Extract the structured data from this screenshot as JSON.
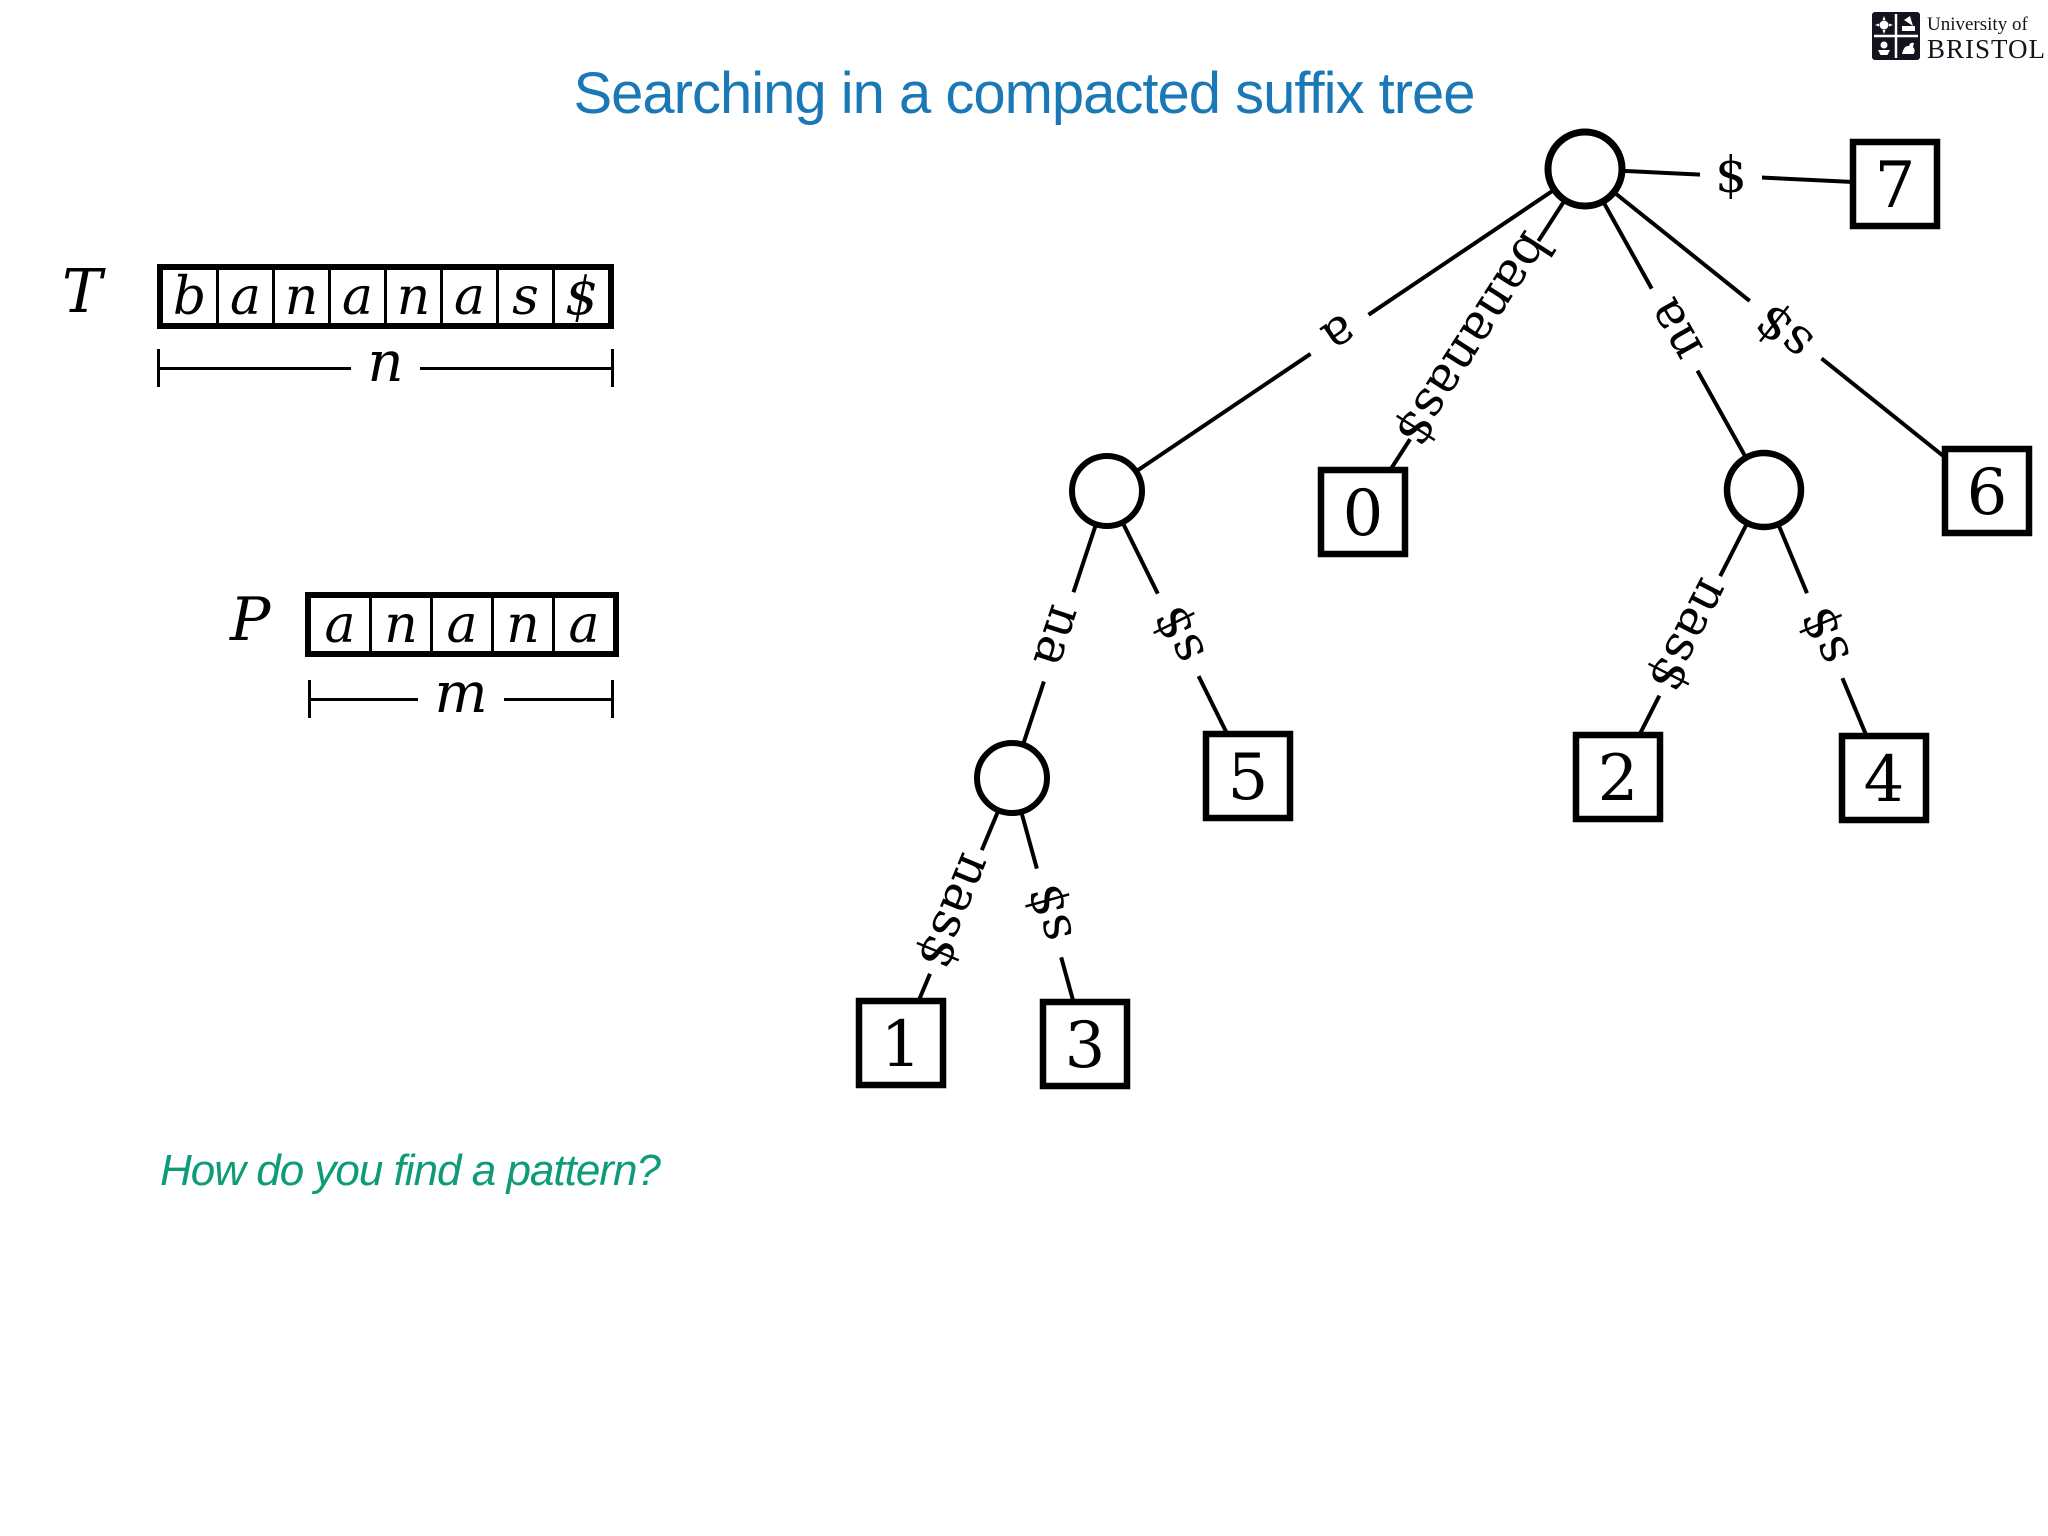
{
  "slide": {
    "title": "Searching in a compacted suffix tree",
    "question": "How do you find a pattern?"
  },
  "logo": {
    "line1": "University of",
    "line2": "BRISTOL"
  },
  "text_array": {
    "label": "T",
    "cells": [
      "b",
      "a",
      "n",
      "a",
      "n",
      "a",
      "s",
      "$"
    ],
    "length_label": "n"
  },
  "pattern_array": {
    "label": "P",
    "cells": [
      "a",
      "n",
      "a",
      "n",
      "a"
    ],
    "length_label": "m"
  },
  "tree": {
    "internal_nodes": [
      "root",
      "a-node",
      "ana-node",
      "na-node"
    ],
    "edges": [
      {
        "from": "root",
        "to": "a-node",
        "label": "a"
      },
      {
        "from": "root",
        "to": "leaf-0",
        "label": "bananas$"
      },
      {
        "from": "root",
        "to": "na-node",
        "label": "na"
      },
      {
        "from": "root",
        "to": "leaf-6",
        "label": "s$"
      },
      {
        "from": "root",
        "to": "leaf-7",
        "label": "$"
      },
      {
        "from": "a-node",
        "to": "ana-node",
        "label": "na"
      },
      {
        "from": "a-node",
        "to": "leaf-5",
        "label": "s$"
      },
      {
        "from": "ana-node",
        "to": "leaf-1",
        "label": "nas$"
      },
      {
        "from": "ana-node",
        "to": "leaf-3",
        "label": "s$"
      },
      {
        "from": "na-node",
        "to": "leaf-2",
        "label": "nas$"
      },
      {
        "from": "na-node",
        "to": "leaf-4",
        "label": "s$"
      }
    ],
    "leaves": [
      {
        "id": "leaf-0",
        "value": "0"
      },
      {
        "id": "leaf-1",
        "value": "1"
      },
      {
        "id": "leaf-2",
        "value": "2"
      },
      {
        "id": "leaf-3",
        "value": "3"
      },
      {
        "id": "leaf-4",
        "value": "4"
      },
      {
        "id": "leaf-5",
        "value": "5"
      },
      {
        "id": "leaf-6",
        "value": "6"
      },
      {
        "id": "leaf-7",
        "value": "7"
      }
    ]
  },
  "colors": {
    "title": "#1b78b7",
    "question": "#0d9b78",
    "ink": "#000000",
    "background": "#ffffff"
  }
}
